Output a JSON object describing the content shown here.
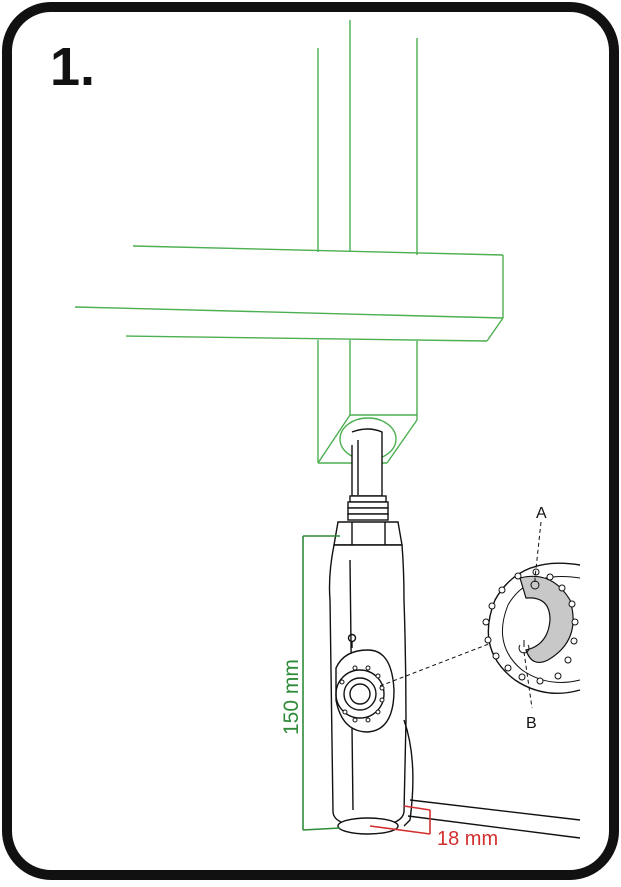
{
  "step": {
    "number": "1."
  },
  "dimensions": {
    "height": "150 mm",
    "offset": "18 mm"
  },
  "callouts": {
    "a": "A",
    "b": "B"
  },
  "colors": {
    "frame": "#111111",
    "radiator": "#4caf50",
    "dimension_height": "#2e8b3a",
    "dimension_offset": "#d32f2f",
    "dial_fill": "#c8c8c8"
  },
  "icons": {
    "dial_a_symbol": "thermometer-icon",
    "dial_b_symbol": "power-icon"
  }
}
